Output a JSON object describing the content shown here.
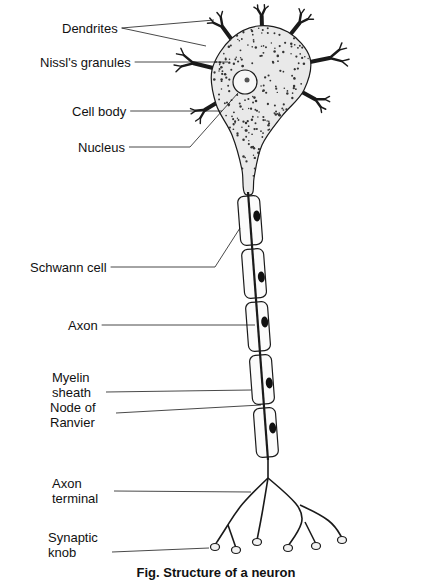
{
  "diagram": {
    "caption": "Fig. Structure of a neuron",
    "labels": [
      "Dendrites",
      "Nissl's granules",
      "Cell body",
      "Nucleus",
      "Schwann cell",
      "Axon",
      "Myelin sheath",
      "Node of Ranvier",
      "Axon terminal",
      "Synaptic knob"
    ]
  }
}
